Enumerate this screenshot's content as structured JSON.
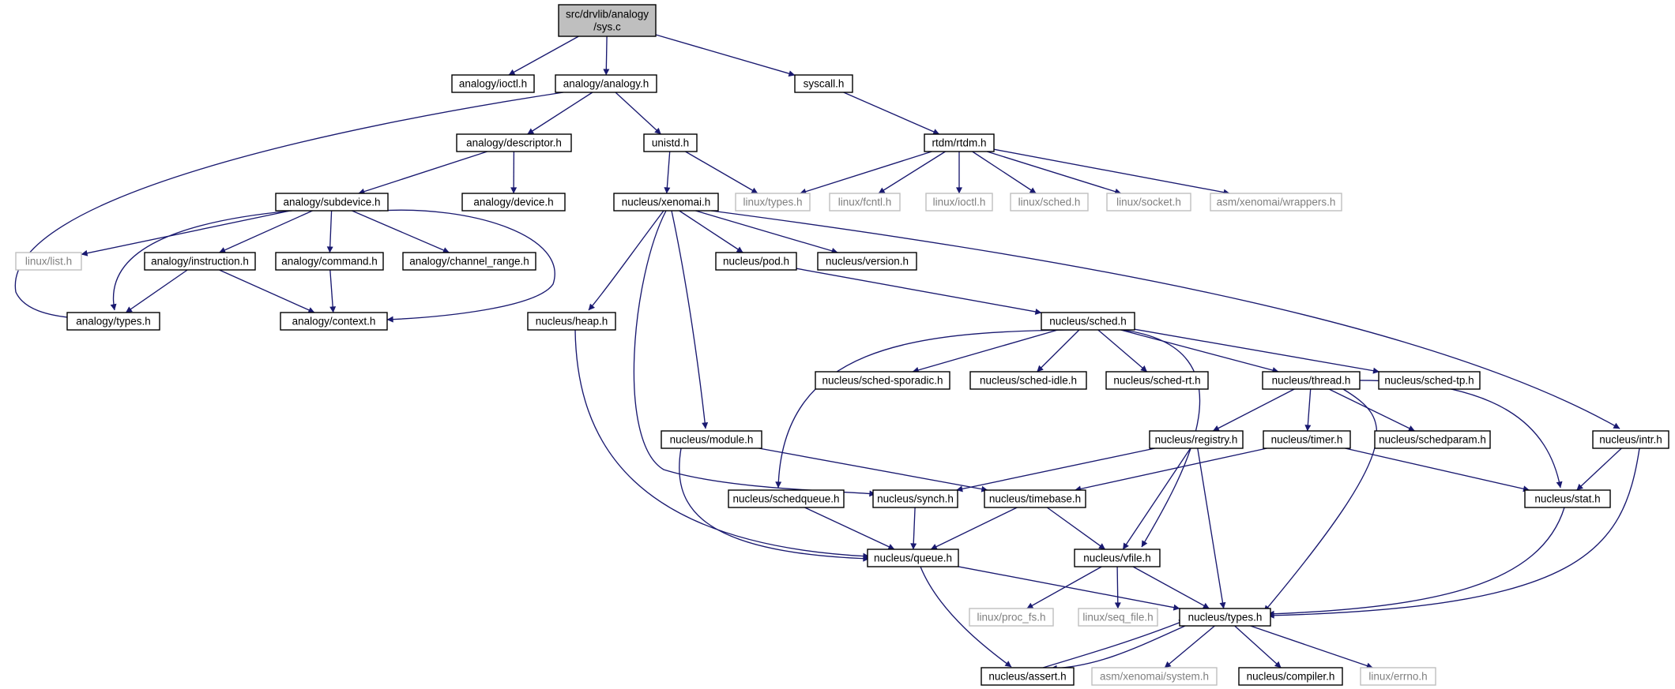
{
  "colors": {
    "edge": "#191970",
    "root_fill": "#bfbfbf",
    "node_border": "#000000",
    "external_border": "#bfbfbf",
    "external_text": "#7f7f7f"
  },
  "nodes": {
    "root": {
      "label": "src/drvlib/analogy\n/sys.c",
      "kind": "root"
    },
    "aioctl": {
      "label": "analogy/ioctl.h",
      "kind": "normal"
    },
    "aanalogy": {
      "label": "analogy/analogy.h",
      "kind": "normal"
    },
    "syscall": {
      "label": "syscall.h",
      "kind": "normal"
    },
    "adesc": {
      "label": "analogy/descriptor.h",
      "kind": "normal"
    },
    "unistd": {
      "label": "unistd.h",
      "kind": "normal"
    },
    "rtdm": {
      "label": "rtdm/rtdm.h",
      "kind": "normal"
    },
    "asubdev": {
      "label": "analogy/subdevice.h",
      "kind": "normal"
    },
    "adevice": {
      "label": "analogy/device.h",
      "kind": "normal"
    },
    "nxeno": {
      "label": "nucleus/xenomai.h",
      "kind": "normal"
    },
    "ltypes": {
      "label": "linux/types.h",
      "kind": "external"
    },
    "lfcntl": {
      "label": "linux/fcntl.h",
      "kind": "external"
    },
    "lioctl": {
      "label": "linux/ioctl.h",
      "kind": "external"
    },
    "lsched": {
      "label": "linux/sched.h",
      "kind": "external"
    },
    "lsocket": {
      "label": "linux/socket.h",
      "kind": "external"
    },
    "awrap": {
      "label": "asm/xenomai/wrappers.h",
      "kind": "external"
    },
    "llist": {
      "label": "linux/list.h",
      "kind": "external"
    },
    "ainstr": {
      "label": "analogy/instruction.h",
      "kind": "normal"
    },
    "acmd": {
      "label": "analogy/command.h",
      "kind": "normal"
    },
    "achan": {
      "label": "analogy/channel_range.h",
      "kind": "normal"
    },
    "npod": {
      "label": "nucleus/pod.h",
      "kind": "normal"
    },
    "nver": {
      "label": "nucleus/version.h",
      "kind": "normal"
    },
    "atypes": {
      "label": "analogy/types.h",
      "kind": "normal"
    },
    "actx": {
      "label": "analogy/context.h",
      "kind": "normal"
    },
    "nheap": {
      "label": "nucleus/heap.h",
      "kind": "normal"
    },
    "nsched": {
      "label": "nucleus/sched.h",
      "kind": "normal"
    },
    "nspor": {
      "label": "nucleus/sched-sporadic.h",
      "kind": "normal"
    },
    "nidle": {
      "label": "nucleus/sched-idle.h",
      "kind": "normal"
    },
    "nrt": {
      "label": "nucleus/sched-rt.h",
      "kind": "normal"
    },
    "nthread": {
      "label": "nucleus/thread.h",
      "kind": "normal"
    },
    "ntp": {
      "label": "nucleus/sched-tp.h",
      "kind": "normal"
    },
    "nmodule": {
      "label": "nucleus/module.h",
      "kind": "normal"
    },
    "nreg": {
      "label": "nucleus/registry.h",
      "kind": "normal"
    },
    "ntimer": {
      "label": "nucleus/timer.h",
      "kind": "normal"
    },
    "nsparam": {
      "label": "nucleus/schedparam.h",
      "kind": "normal"
    },
    "nintr": {
      "label": "nucleus/intr.h",
      "kind": "normal"
    },
    "nsq": {
      "label": "nucleus/schedqueue.h",
      "kind": "normal"
    },
    "nsynch": {
      "label": "nucleus/synch.h",
      "kind": "normal"
    },
    "ntbase": {
      "label": "nucleus/timebase.h",
      "kind": "normal"
    },
    "nstat": {
      "label": "nucleus/stat.h",
      "kind": "normal"
    },
    "nqueue": {
      "label": "nucleus/queue.h",
      "kind": "normal"
    },
    "nvfile": {
      "label": "nucleus/vfile.h",
      "kind": "normal"
    },
    "lprocfs": {
      "label": "linux/proc_fs.h",
      "kind": "external"
    },
    "lseq": {
      "label": "linux/seq_file.h",
      "kind": "external"
    },
    "ntypes": {
      "label": "nucleus/types.h",
      "kind": "normal"
    },
    "nassert": {
      "label": "nucleus/assert.h",
      "kind": "normal"
    },
    "asys": {
      "label": "asm/xenomai/system.h",
      "kind": "external"
    },
    "ncomp": {
      "label": "nucleus/compiler.h",
      "kind": "normal"
    },
    "lerrno": {
      "label": "linux/errno.h",
      "kind": "external"
    }
  },
  "edges": [
    [
      "root",
      "aioctl"
    ],
    [
      "root",
      "aanalogy"
    ],
    [
      "root",
      "syscall"
    ],
    [
      "aanalogy",
      "atypes"
    ],
    [
      "aanalogy",
      "adesc"
    ],
    [
      "aanalogy",
      "unistd"
    ],
    [
      "syscall",
      "rtdm"
    ],
    [
      "adesc",
      "asubdev"
    ],
    [
      "adesc",
      "adevice"
    ],
    [
      "unistd",
      "nxeno"
    ],
    [
      "unistd",
      "ltypes"
    ],
    [
      "rtdm",
      "ltypes"
    ],
    [
      "rtdm",
      "lfcntl"
    ],
    [
      "rtdm",
      "lioctl"
    ],
    [
      "rtdm",
      "lsched"
    ],
    [
      "rtdm",
      "lsocket"
    ],
    [
      "rtdm",
      "awrap"
    ],
    [
      "asubdev",
      "llist"
    ],
    [
      "asubdev",
      "atypes"
    ],
    [
      "asubdev",
      "ainstr"
    ],
    [
      "asubdev",
      "acmd"
    ],
    [
      "asubdev",
      "achan"
    ],
    [
      "asubdev",
      "actx"
    ],
    [
      "ainstr",
      "atypes"
    ],
    [
      "ainstr",
      "actx"
    ],
    [
      "acmd",
      "actx"
    ],
    [
      "nxeno",
      "nheap"
    ],
    [
      "nxeno",
      "nmodule"
    ],
    [
      "nxeno",
      "nsynch"
    ],
    [
      "nxeno",
      "npod"
    ],
    [
      "nxeno",
      "nver"
    ],
    [
      "nxeno",
      "nintr"
    ],
    [
      "npod",
      "nsched"
    ],
    [
      "nsched",
      "nsq"
    ],
    [
      "nsched",
      "nspor"
    ],
    [
      "nsched",
      "nidle"
    ],
    [
      "nsched",
      "nrt"
    ],
    [
      "nsched",
      "nthread"
    ],
    [
      "nsched",
      "ntp"
    ],
    [
      "nsched",
      "nvfile"
    ],
    [
      "nheap",
      "nqueue"
    ],
    [
      "nmodule",
      "nqueue"
    ],
    [
      "nmodule",
      "ntbase"
    ],
    [
      "nthread",
      "nreg"
    ],
    [
      "nthread",
      "ntimer"
    ],
    [
      "nthread",
      "nsparam"
    ],
    [
      "nthread",
      "nstat"
    ],
    [
      "nthread",
      "ntypes"
    ],
    [
      "nreg",
      "nsynch"
    ],
    [
      "nreg",
      "nvfile"
    ],
    [
      "nreg",
      "ntypes"
    ],
    [
      "ntimer",
      "ntbase"
    ],
    [
      "ntimer",
      "nstat"
    ],
    [
      "nintr",
      "nstat"
    ],
    [
      "nintr",
      "ntypes"
    ],
    [
      "nsq",
      "nqueue"
    ],
    [
      "nsynch",
      "nqueue"
    ],
    [
      "ntbase",
      "nqueue"
    ],
    [
      "ntbase",
      "nvfile"
    ],
    [
      "nstat",
      "ntypes"
    ],
    [
      "nqueue",
      "ntypes"
    ],
    [
      "nqueue",
      "nassert"
    ],
    [
      "nvfile",
      "lprocfs"
    ],
    [
      "nvfile",
      "lseq"
    ],
    [
      "nvfile",
      "ntypes"
    ],
    [
      "ntypes",
      "nassert"
    ],
    [
      "ntypes",
      "asys"
    ],
    [
      "ntypes",
      "ncomp"
    ],
    [
      "ntypes",
      "lerrno"
    ],
    [
      "nassert",
      "ntypes"
    ]
  ]
}
